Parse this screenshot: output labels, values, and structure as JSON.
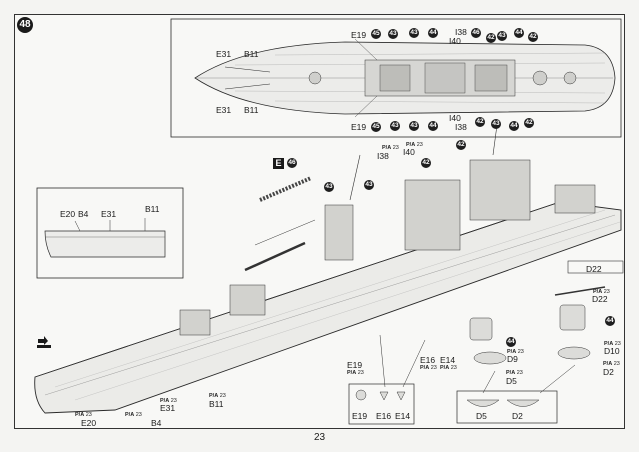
{
  "step": "48",
  "page_number": "23",
  "part_letter": "E",
  "paint_mark": "P/A",
  "paint_code": "23",
  "callouts": {
    "n46": "46",
    "n45": "45",
    "n43": "43",
    "n44": "44",
    "n42": "42",
    "n41": "41"
  },
  "labels": {
    "E31": "E31",
    "B11": "B11",
    "E19": "E19",
    "I38": "I38",
    "I40": "I40",
    "E20": "E20",
    "B4": "B4",
    "D22": "D22",
    "D9": "D9",
    "D5": "D5",
    "D10": "D10",
    "D2": "D2",
    "E16": "E16",
    "E14": "E14"
  },
  "colors": {
    "line": "#2a2a2a",
    "deck": "#e9e9e6",
    "bg": "#f8f8f6"
  },
  "icons": [
    "warning-hand-icon"
  ]
}
